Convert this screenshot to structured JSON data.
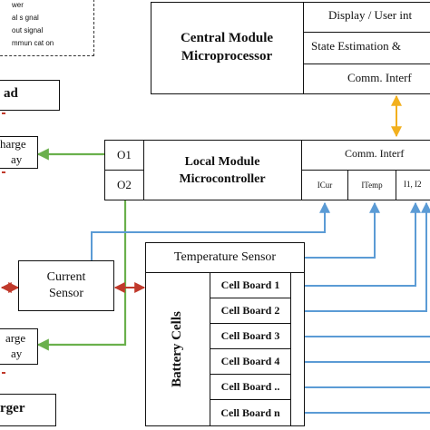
{
  "legend": {
    "items": [
      "wer",
      "al s gnal",
      "out signal",
      "mmun cat on"
    ]
  },
  "central_module": {
    "title_line1": "Central Module",
    "title_line2": "Microprocessor",
    "rows": [
      "Display / User int",
      "State Estimation &",
      "Comm. Interf"
    ]
  },
  "local_module": {
    "title_line1": "Local Module",
    "title_line2": "Microcontroller",
    "outputs": [
      "O1",
      "O2"
    ],
    "comm_label": "Comm. Interf",
    "inputs": [
      "ICur",
      "ITemp",
      "I1, I2"
    ]
  },
  "left_blocks": {
    "load": "ad",
    "discharge_relay_line1": "harge",
    "discharge_relay_line2": "ay",
    "current_sensor_line1": "Current",
    "current_sensor_line2": "Sensor",
    "charge_relay_line1": "arge",
    "charge_relay_line2": "ay",
    "charger": "rger"
  },
  "battery": {
    "temperature_sensor": "Temperature Sensor",
    "vertical_label": "Battery Cells",
    "cells": [
      "Cell Board 1",
      "Cell Board 2",
      "Cell Board 3",
      "Cell Board 4",
      "Cell Board ..",
      "Cell Board n"
    ]
  },
  "colors": {
    "power": "#c0392b",
    "control": "#6ab04c",
    "signal": "#5b9bd5",
    "communication": "#f2b01e"
  }
}
